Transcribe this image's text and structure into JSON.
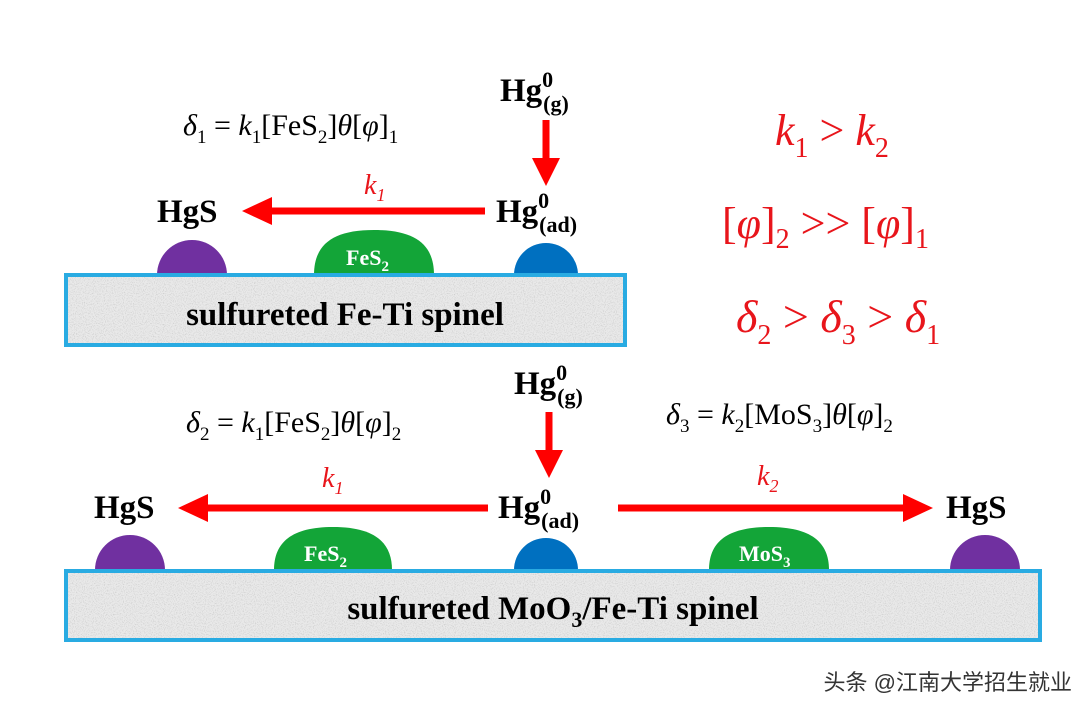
{
  "colors": {
    "arrow": "#ff0000",
    "red_text": "#e8151b",
    "substrate_border": "#29abe2",
    "hgs_dot": "#7030a0",
    "hg_ad_dot": "#0070c0",
    "sulfide_dot": "#13a538"
  },
  "labels": {
    "hg": "Hg",
    "zero": "0",
    "g": "(g)",
    "ad": "(ad)",
    "hgs": "HgS",
    "k1": "k",
    "k1_sub": "1",
    "k2_sub": "2"
  },
  "top": {
    "substrate_label": "sulfureted Fe-Ti spinel",
    "sulfide_label": "FeS",
    "sulfide_sub": "2",
    "equation": {
      "delta": "δ",
      "delta_sub": "1",
      "eq": " = ",
      "k": "k",
      "k_sub": "1",
      "bracket_species": "[FeS",
      "species_sub": "2",
      "close": "]",
      "theta": "θ",
      "phi_open": "[",
      "phi": "φ",
      "phi_close": "]",
      "phi_sub": "1"
    }
  },
  "bottom": {
    "substrate_label": "sulfureted MoO",
    "substrate_label_sub": "3",
    "substrate_label_tail": "/Fe-Ti spinel",
    "fes2_label": "FeS",
    "fes2_sub": "2",
    "mos3_label": "MoS",
    "mos3_sub": "3",
    "equation_left": {
      "delta": "δ",
      "delta_sub": "2",
      "eq": " = ",
      "k": "k",
      "k_sub": "1",
      "bracket_species": "[FeS",
      "species_sub": "2",
      "close": "]",
      "theta": "θ",
      "phi_open": "[",
      "phi": "φ",
      "phi_close": "]",
      "phi_sub": "2"
    },
    "equation_right": {
      "delta": "δ",
      "delta_sub": "3",
      "eq": " = ",
      "k": "k",
      "k_sub": "2",
      "bracket_species": "[MoS",
      "species_sub": "3",
      "close": "]",
      "theta": "θ",
      "phi_open": "[",
      "phi": "φ",
      "phi_close": "]",
      "phi_sub": "2"
    }
  },
  "relations": {
    "k": "k",
    "k_sub_a": "1",
    "gt": " > ",
    "k_sub_b": "2",
    "phi_open": "[",
    "phi": "φ",
    "phi_close": "]",
    "phi_sub_a": "2",
    "gtgt": " >> ",
    "phi_sub_b": "1",
    "delta": "δ",
    "d_sub_a": "2",
    "d_sub_b": "3",
    "d_sub_c": "1"
  },
  "watermark": "头条 @江南大学招生就业"
}
